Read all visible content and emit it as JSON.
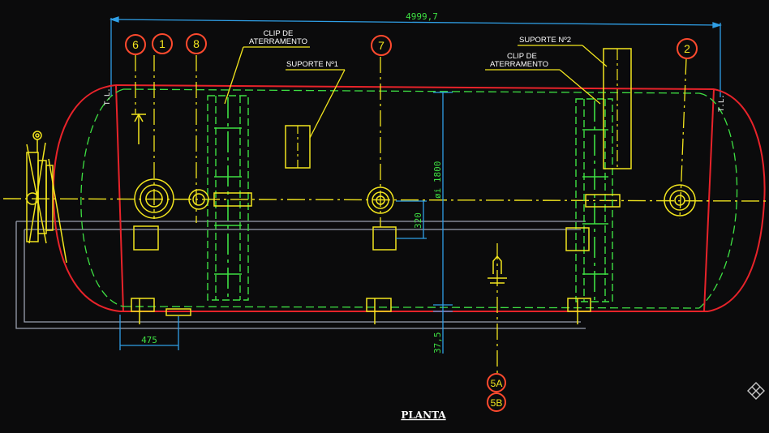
{
  "drawing": {
    "title": "PLANTA",
    "dimensions": {
      "overall_length": "4999,7",
      "bottom_offset": "475",
      "diameter": "øi 1800",
      "nozzle_offset": "320",
      "bottom_gap": "37,5"
    },
    "tangent_line_label": "T.L.",
    "callouts": {
      "clip_left_line1": "CLIP DE",
      "clip_left_line2": "ATERRAMENTO",
      "suporte_1": "SUPORTE Nº1",
      "suporte_2": "SUPORTE Nº2",
      "clip_right_line1": "CLIP DE",
      "clip_right_line2": "ATERRAMENTO"
    },
    "balloons": {
      "b6": "6",
      "b1": "1",
      "b8": "8",
      "b7": "7",
      "b2": "2",
      "b5a": "5A",
      "b5b": "5B"
    },
    "colors": {
      "background": "#0b0b0c",
      "shell": "#e8232a",
      "centerline": "#f2e51e",
      "supports": "#3ee043",
      "dimension": "#2f9fe6",
      "dimension_text": "#3ee043",
      "balloon": "#ff4a2e",
      "frame": "#9aa0b0"
    }
  }
}
